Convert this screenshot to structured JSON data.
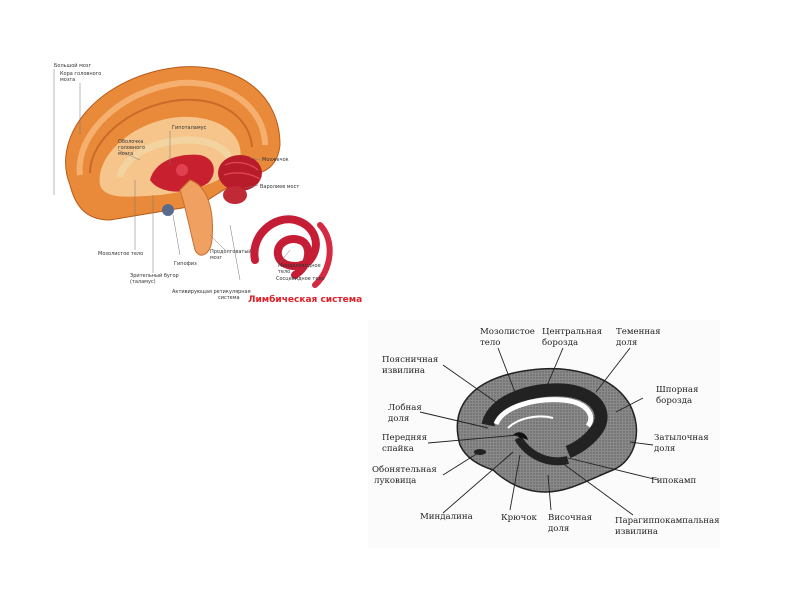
{
  "top_figure": {
    "title": "Лимбическая система",
    "labels": {
      "cerebrum": "Большой мозг",
      "cortex_1": "Кора головного",
      "cortex_2": "мозга",
      "membrane_1": "Оболочка",
      "membrane_2": "головного",
      "membrane_3": "мозга",
      "hypothalamus": "Гипоталамус",
      "cerebellum": "Мозжечок",
      "pons": "Варолиев мост",
      "corpus_callosum": "Мозолистое тело",
      "thalamus_1": "Зрительный бугор",
      "thalamus_2": "(таламус)",
      "pituitary": "Гипофиз",
      "medulla_1": "Продолговатый",
      "medulla_2": "мозг",
      "reticular_1": "Активирующая ретикулярная",
      "reticular_2": "система",
      "amygdala_1": "Миндалевидное",
      "amygdala_2": "тело",
      "mammillary": "Сосцевидное тело"
    }
  },
  "bottom_figure": {
    "labels": {
      "corpus_callosum_1": "Мозолистое",
      "corpus_callosum_2": "тело",
      "central_sulcus_1": "Центральная",
      "central_sulcus_2": "борозда",
      "parietal_lobe_1": "Теменная",
      "parietal_lobe_2": "доля",
      "cingulate_1": "Поясничная",
      "cingulate_2": "извилина",
      "calcarine_1": "Шпорная",
      "calcarine_2": "борозда",
      "frontal_1": "Лобная",
      "frontal_2": "доля",
      "occipital_1": "Затылочная",
      "occipital_2": "доля",
      "commissure_1": "Передняя",
      "commissure_2": "спайка",
      "olfactory_1": "Обонятельная",
      "olfactory_2": "луковица",
      "hippocampus": "Гипокамп",
      "amygdala": "Миндалина",
      "uncus": "Крючок",
      "temporal_1": "Височная",
      "temporal_2": "доля",
      "parahippocampal_1": "Парагиппокампальная",
      "parahippocampal_2": "извилина"
    }
  }
}
